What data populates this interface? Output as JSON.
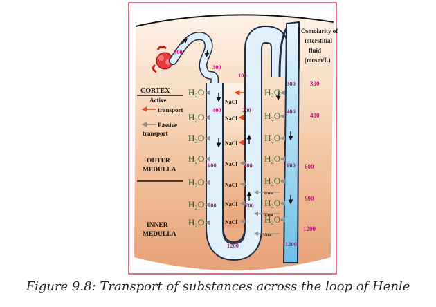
{
  "legend": {
    "cortex": "CORTEX",
    "active_transport": "Active",
    "active_transport_2": "transport",
    "passive_transport": "Passive",
    "passive_transport_2": "transport",
    "outer_medulla_1": "OUTER",
    "outer_medulla_2": "MEDULLA",
    "inner_medulla_1": "INNER",
    "inner_medulla_2": "MEDULLA"
  },
  "osmolarity_header": {
    "line1": "Osmolarity of",
    "line2": "interstitial",
    "line3": "fluid",
    "line4": "(mosm/L)"
  },
  "osmolarity_scale": [
    "300",
    "400",
    "600",
    "900",
    "1200"
  ],
  "tubule_values": {
    "glomerulus": "300",
    "prox_tubule": "300",
    "top_loop": "100",
    "desc_400": "400",
    "asc_200": "200",
    "desc_600": "600",
    "asc_400": "400",
    "desc_900": "900",
    "asc_700": "700",
    "bottom": "1200",
    "dt_300": "300",
    "cd_400": "400",
    "cd_600": "600",
    "cd_1200": "1200"
  },
  "labels": {
    "water": "H₂O",
    "nacl": "NaCl",
    "urea": "Urea"
  },
  "colors": {
    "tubule_fill": "#dff0fb",
    "tubule_stroke": "#1f2a44",
    "collecting_duct": "#8ccce9",
    "active_arrow": "#e2491f",
    "passive_arrow": "#8f8f8f",
    "value_text": "#c0127a",
    "frame": "#c8102e"
  },
  "caption": "Figure 9.8: Transport of substances across the loop of Henle"
}
